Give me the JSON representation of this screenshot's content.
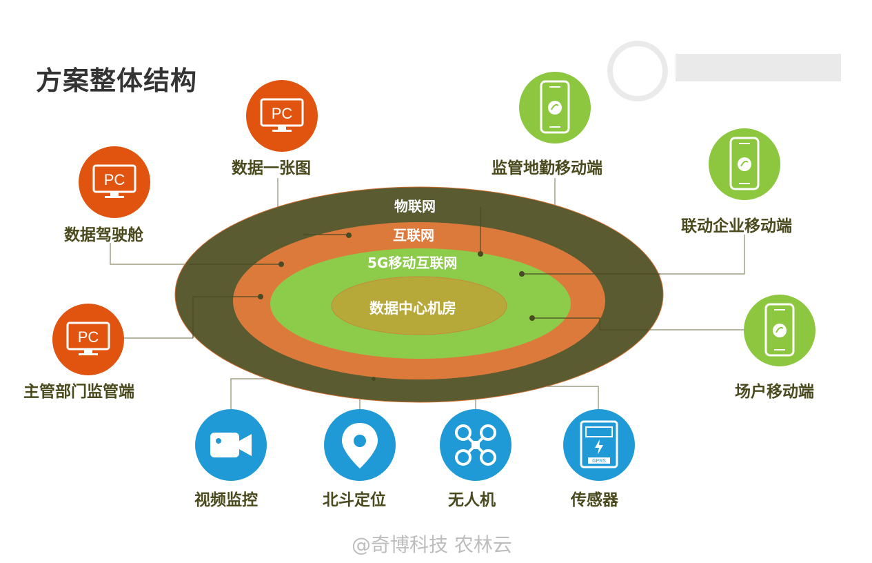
{
  "title": "方案整体结构",
  "rings": {
    "outer": "物联网",
    "second": "互联网",
    "third": "5G移动互联网",
    "center": "数据中心机房"
  },
  "nodes": {
    "pc_map": "数据一张图",
    "pc_cockpit": "数据驾驶舱",
    "pc_dept": "主管部门监管端",
    "mobile_supervise": "监管地勤移动端",
    "mobile_enterprise": "联动企业移动端",
    "mobile_farm": "场户移动端",
    "video": "视频监控",
    "beidou": "北斗定位",
    "drone": "无人机",
    "sensor": "传感器"
  },
  "icons": {
    "pc_text": "PC",
    "sensor_text": "GPRS"
  },
  "footer": "@奇博科技  农林云",
  "colors": {
    "outer_ring": "#5a5b31",
    "second_ring": "#dc7a3b",
    "third_ring": "#8dcb4a",
    "center": "#b7a83a",
    "pc_icon": "#e05410",
    "mobile_icon": "#8dc63f",
    "device_icon": "#1f9ad6"
  }
}
